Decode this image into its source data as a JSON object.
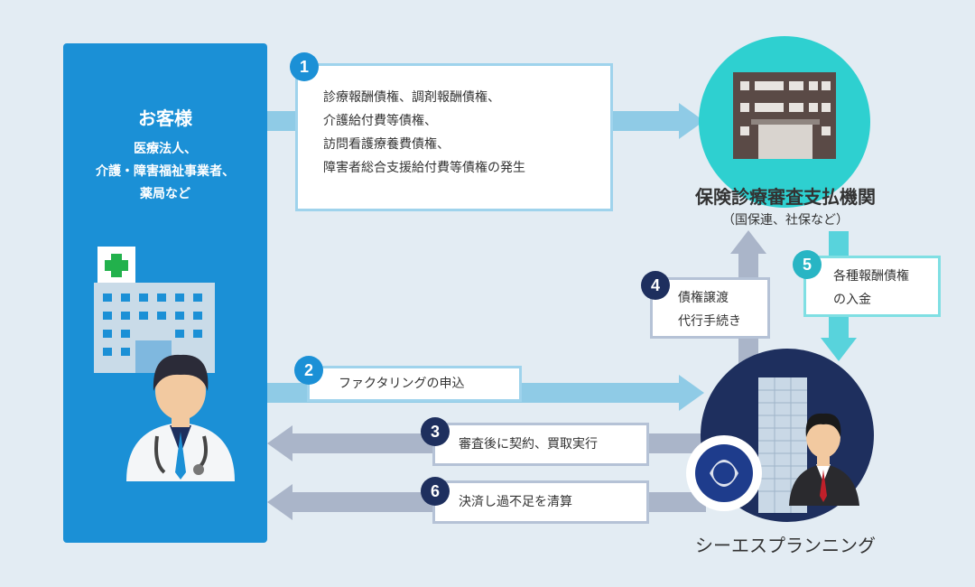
{
  "customer": {
    "title": "お客様",
    "sub1": "医療法人、",
    "sub2": "介護・障害福祉事業者、",
    "sub3": "薬局など"
  },
  "insurer": {
    "name": "保険診療審査支払機関",
    "sub": "（国保連、社保など）"
  },
  "company": {
    "name": "シーエスプランニング"
  },
  "steps": [
    {
      "num": "1",
      "lines": [
        "診療報酬債権、調剤報酬債権、",
        "介護給付費等債権、",
        "訪問看護療養費債権、",
        "障害者総合支援給付費等債権の発生"
      ]
    },
    {
      "num": "2",
      "lines": [
        "ファクタリングの申込"
      ]
    },
    {
      "num": "3",
      "lines": [
        "審査後に契約、買取実行"
      ]
    },
    {
      "num": "4",
      "lines": [
        "債権譲渡",
        "代行手続き"
      ]
    },
    {
      "num": "5",
      "lines": [
        "各種報酬債権",
        "の入金"
      ]
    },
    {
      "num": "6",
      "lines": [
        "決済し過不足を清算"
      ]
    }
  ],
  "colors": {
    "accent": "#1b90d6",
    "navy": "#1e2f5e",
    "teal": "#2ed0d0",
    "arrow_light": "#8fcbe6",
    "arrow_grey": "#aab5c9"
  }
}
